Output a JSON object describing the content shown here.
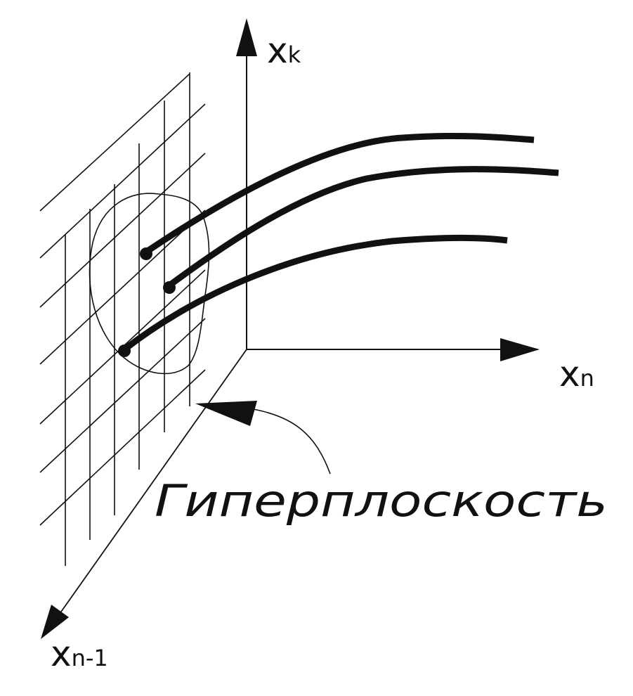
{
  "axes": {
    "vertical": {
      "var": "x",
      "sub": "k"
    },
    "horizontal": {
      "var": "x",
      "sub": "n"
    },
    "depth": {
      "var": "x",
      "sub": "n-1"
    }
  },
  "caption": "Гиперплоскость",
  "trajectories": [
    {
      "id": "upper"
    },
    {
      "id": "middle"
    },
    {
      "id": "lower"
    }
  ],
  "colors": {
    "ink": "#111111",
    "background": "#ffffff"
  }
}
